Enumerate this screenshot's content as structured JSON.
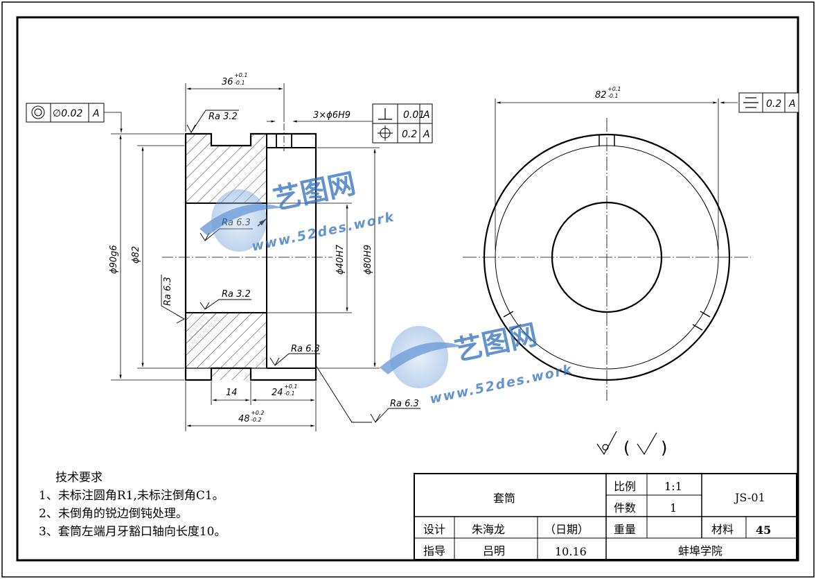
{
  "dims": {
    "width_36": "36",
    "width_36_tol_up": "+0.1",
    "width_36_tol_dn": "-0.1",
    "dia_82_right": "82",
    "dia_82_tol_up": "+0.1",
    "dia_82_tol_dn": "-0.1",
    "holes": "3×ϕ6H9",
    "dia_90g6": "ϕ90g6",
    "dia_82": "ϕ82",
    "dia_40H7": "ϕ40H7",
    "dia_80H9": "ϕ80H9",
    "len_14": "14",
    "len_24": "24",
    "len_24_tol_up": "+0.1",
    "len_24_tol_dn": "-0.1",
    "len_48": "48",
    "len_48_tol_up": "+0.2",
    "len_48_tol_dn": "-0.2"
  },
  "roughness": {
    "ra32_top": "Ra 3.2",
    "ra63_inner": "Ra 6.3",
    "ra63_left": "Ra 6.3",
    "ra32_mid": "Ra 3.2",
    "ra63_bore": "Ra 6.3",
    "ra63_leader": "Ra 6.3"
  },
  "gdt": {
    "concentricity_value": "∅0.02",
    "concentricity_datum": "A",
    "perp_value": "0.01",
    "perp_datum": "A",
    "position_value": "0.2",
    "position_datum": "A",
    "sym_value": "0.2",
    "sym_datum": "A"
  },
  "watermark": {
    "brand": "艺图网",
    "url": "www.52des.work"
  },
  "general_roughness": {
    "open": "(",
    "close": ")"
  },
  "notes": {
    "title": "技术要求",
    "items": [
      "1、未标注圆角R1,未标注倒角C1。",
      "2、未倒角的锐边倒钝处理。",
      "3、套筒左端月牙豁口轴向长度10。"
    ]
  },
  "title_block": {
    "part_name": "套筒",
    "scale_label": "比例",
    "scale_value": "1:1",
    "qty_label": "件数",
    "qty_value": "1",
    "drawing_no": "JS-01",
    "designer_label": "设计",
    "designer_name": "朱海龙",
    "date_label": "（日期）",
    "weight_label": "重量",
    "material_label": "材料",
    "material_value": "45",
    "guide_label": "指导",
    "guide_name": "吕明",
    "date_value": "10.16",
    "school": "蚌埠学院"
  }
}
